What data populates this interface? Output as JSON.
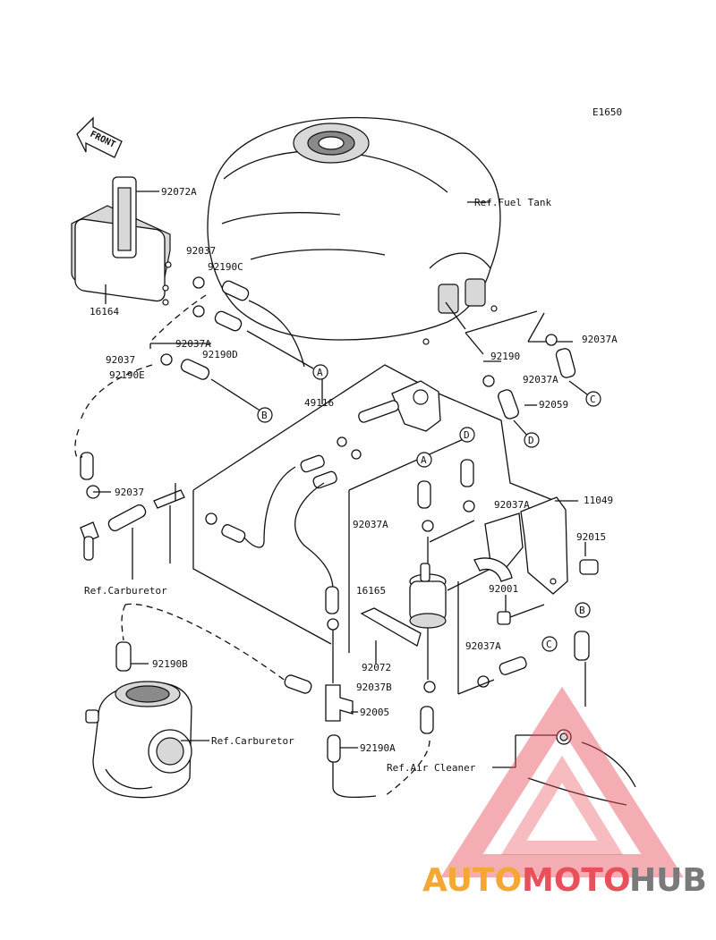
{
  "diagram_code": "E1650",
  "front_arrow": "FRONT",
  "labels": {
    "p92072A": "92072A",
    "p92037_top": "92037",
    "p92190C": "92190C",
    "p16164": "16164",
    "p92037A_left": "92037A",
    "p92037_left2": "92037",
    "p92190D": "92190D",
    "p92190E": "92190E",
    "ref_fuel_tank": "Ref.Fuel Tank",
    "p92037A_r1": "92037A",
    "p92190": "92190",
    "p92037A_r2": "92037A",
    "p92059": "92059",
    "p49116": "49116",
    "p11049": "11049",
    "p92037_mid": "92037",
    "p92037A_mid": "92037A",
    "p92037A_right": "92037A",
    "p92015": "92015",
    "p16165": "16165",
    "p92001": "92001",
    "ref_carb_upper": "Ref.Carburetor",
    "p92190B": "92190B",
    "p92072": "92072",
    "p92037A_low": "92037A",
    "p92037B": "92037B",
    "p92005": "92005",
    "ref_carb_lower": "Ref.Carburetor",
    "p92190A": "92190A",
    "ref_air_cleaner": "Ref.Air Cleaner"
  },
  "connectors": {
    "A1": "A",
    "B1": "B",
    "C1": "C",
    "D1": "D",
    "D2": "D",
    "A2": "A",
    "B2": "B",
    "C2": "C"
  },
  "watermark": {
    "part1": "AUTO",
    "part2": "MOTO",
    "part3": "HUB",
    "color1": "#f5a733",
    "color2": "#e8505b",
    "color3": "#7a7a7a"
  }
}
